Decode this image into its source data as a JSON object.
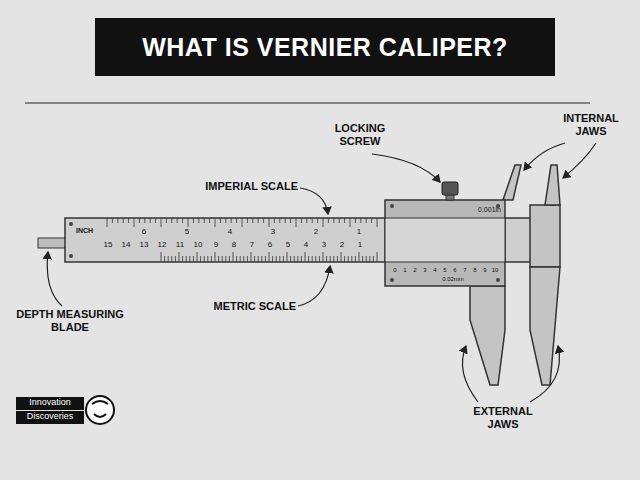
{
  "diagram": {
    "title": "WHAT IS VERNIER CALIPER?",
    "labels": [
      "LOCKING SCREW",
      "INTERNAL JAWS",
      "IMPERIAL SCALE",
      "DEPTH MEASURING BLADE",
      "METRIC SCALE",
      "EXTERNAL JAWS",
      "Innovation",
      "Discoveries",
      "INCH",
      "0.001in",
      "0.02mm",
      "1",
      "2",
      "3",
      "4",
      "5",
      "6",
      "7",
      "8",
      "9",
      "10",
      "11",
      "12",
      "13",
      "14",
      "15",
      "1",
      "2",
      "3",
      "4",
      "5",
      "6",
      "0",
      "1",
      "2",
      "3",
      "4",
      "5",
      "6",
      "7",
      "8",
      "9",
      "10"
    ]
  }
}
